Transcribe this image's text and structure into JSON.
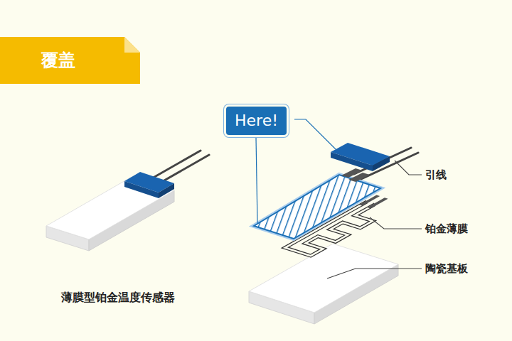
{
  "diagram": {
    "nodes": [
      {
        "text": [
          "覆盖"
        ]
      },
      {
        "text": [
          "Here!"
        ]
      }
    ],
    "labels": [
      "引线",
      "铂金薄膜",
      "陶瓷基板",
      "薄膜型铂金温度传感器"
    ]
  }
}
